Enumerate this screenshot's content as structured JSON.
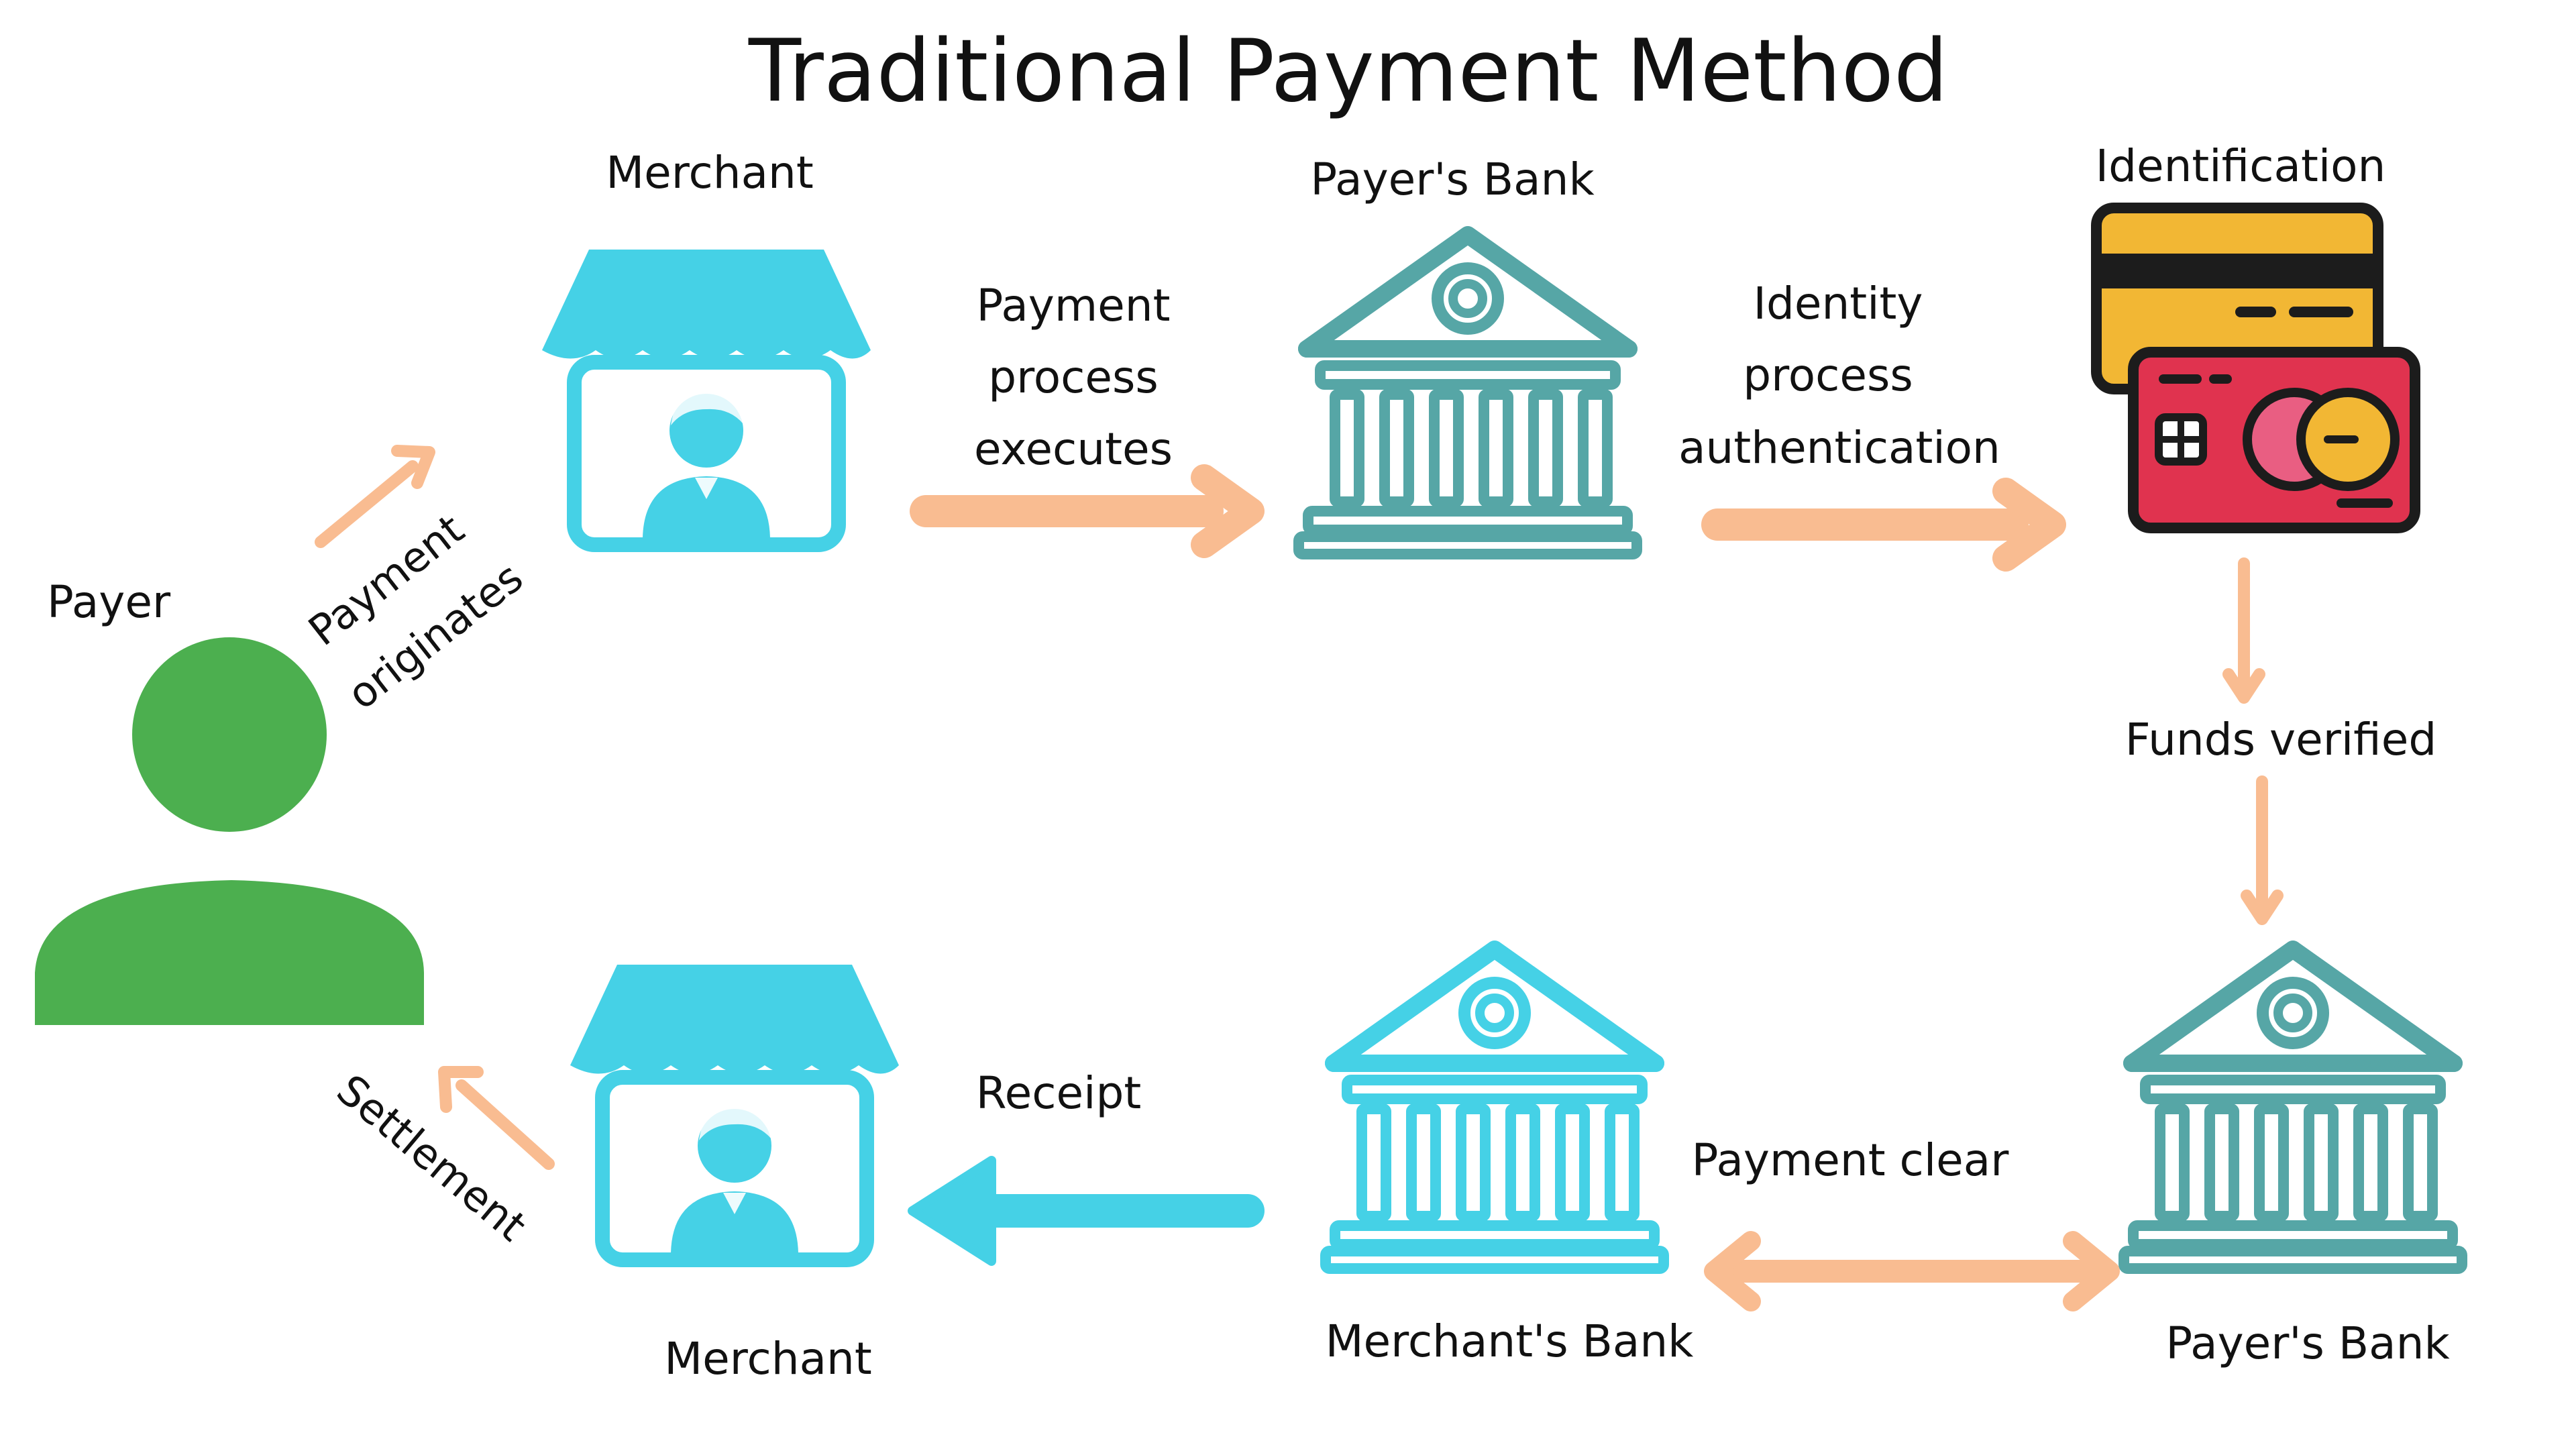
{
  "title": "Traditional Payment Method",
  "colors": {
    "green": "#4caf4f",
    "cyan": "#45d1e6",
    "teal": "#56a6a6",
    "orange": "#f9bc91",
    "card_yellow": "#f2b734",
    "card_red": "#e0334f",
    "card_outline": "#1c1c1c",
    "pink": "#e95e82",
    "white": "#ffffff"
  },
  "nodes": {
    "payer": {
      "label": "Payer",
      "icon": "person-icon"
    },
    "merchant_top": {
      "label": "Merchant",
      "icon": "store-icon"
    },
    "payers_bank_top": {
      "label": "Payer's Bank",
      "icon": "bank-icon"
    },
    "identification": {
      "label": "Identification",
      "icon": "cards-icon"
    },
    "payers_bank_bottom": {
      "label": "Payer's Bank",
      "icon": "bank-icon"
    },
    "merchants_bank": {
      "label": "Merchant's Bank",
      "icon": "bank-icon"
    },
    "merchant_bottom": {
      "label": "Merchant",
      "icon": "store-icon"
    }
  },
  "edges": {
    "payment_originates": {
      "line1": "Payment",
      "line2": "originates"
    },
    "payment_process": {
      "line1": "Payment",
      "line2": "process",
      "line3": "executes"
    },
    "identity_process": {
      "line1": "Identity",
      "line2": "process",
      "line3": "authentication"
    },
    "funds_verified": {
      "label": "Funds verified"
    },
    "payment_clear": {
      "label": "Payment clear"
    },
    "receipt": {
      "label": "Receipt"
    },
    "settlement": {
      "label": "Settlement"
    }
  }
}
